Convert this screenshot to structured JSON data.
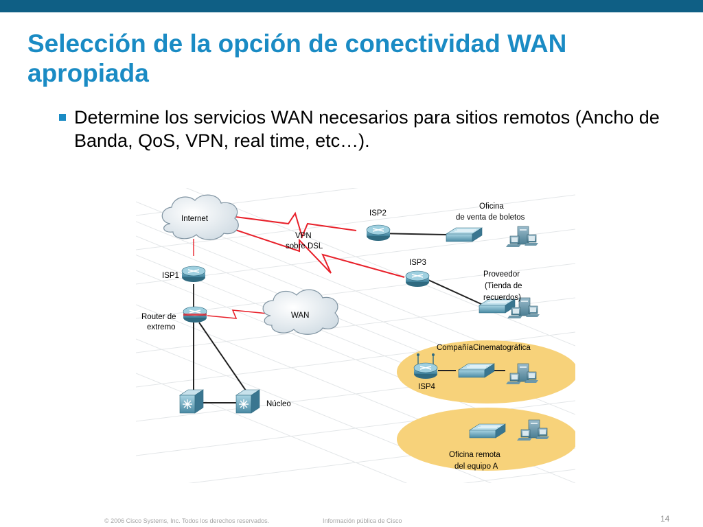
{
  "slide": {
    "title": "Selección de la opción de conectividad WAN apropiada",
    "bullet": "Determine los servicios WAN necesarios para sitios remotos (Ancho de Banda, QoS, VPN, real time, etc…).",
    "footer_copyright": "© 2006 Cisco Systems, Inc. Todos los derechos reservados.",
    "footer_info": "Información pública de Cisco",
    "page_number": "14"
  },
  "diagram": {
    "internet_label": "Internet",
    "wan_label": "WAN",
    "vpn_label_1": "VPN",
    "vpn_label_2": "sobre DSL",
    "isp1_label": "ISP1",
    "isp2_label": "ISP2",
    "isp3_label": "ISP3",
    "isp4_label": "ISP4",
    "edge_router_label_1": "Router de",
    "edge_router_label_2": "extremo",
    "core_label": "Núcleo",
    "ticket_office_label_1": "Oficina",
    "ticket_office_label_2": "de venta de boletos",
    "supplier_label_1": "Proveedor",
    "supplier_label_2": "(Tienda de",
    "supplier_label_3": "recuerdos)",
    "film_company_label": "CompañíaCinematográfica",
    "remote_office_label_1": "Oficina remota",
    "remote_office_label_2": "del equipo A",
    "colors": {
      "red_link": "#e8202a",
      "highlight_ellipse": "#f7d27a",
      "device_blue": "#4f8ea6"
    }
  }
}
